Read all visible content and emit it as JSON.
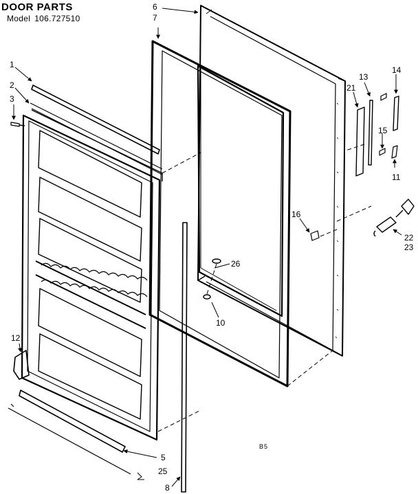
{
  "header": {
    "title": "DOOR PARTS",
    "model_label": "Model",
    "model_number": "106.727510"
  },
  "diagram_code": "B5",
  "callouts": [
    {
      "id": "c1",
      "label": "1"
    },
    {
      "id": "c2",
      "label": "2"
    },
    {
      "id": "c3",
      "label": "3"
    },
    {
      "id": "c5",
      "label": "5"
    },
    {
      "id": "c6",
      "label": "6"
    },
    {
      "id": "c7",
      "label": "7"
    },
    {
      "id": "c8",
      "label": "8"
    },
    {
      "id": "c10",
      "label": "10"
    },
    {
      "id": "c11",
      "label": "11"
    },
    {
      "id": "c12",
      "label": "12"
    },
    {
      "id": "c13",
      "label": "13"
    },
    {
      "id": "c14",
      "label": "14"
    },
    {
      "id": "c15",
      "label": "15"
    },
    {
      "id": "c16",
      "label": "16"
    },
    {
      "id": "c21",
      "label": "21"
    },
    {
      "id": "c22",
      "label": "22"
    },
    {
      "id": "c23",
      "label": "23"
    },
    {
      "id": "c25",
      "label": "25"
    },
    {
      "id": "c26",
      "label": "26"
    }
  ]
}
